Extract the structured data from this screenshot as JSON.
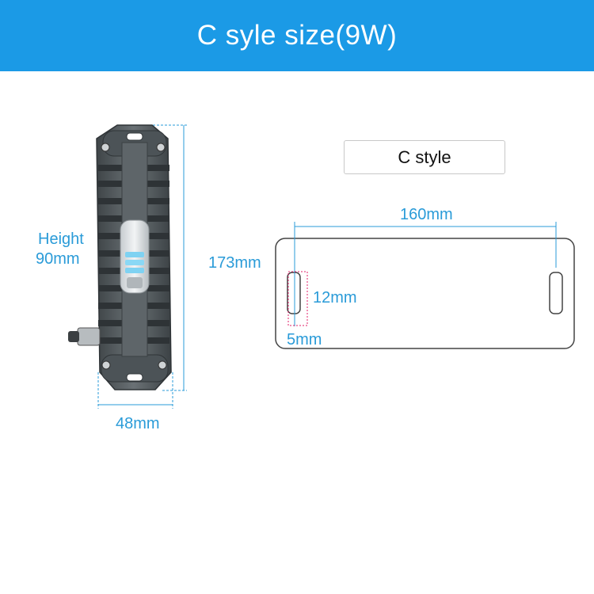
{
  "header": {
    "title": "C syle size(9W)"
  },
  "left_view": {
    "height_label": "Height",
    "height_value": "90mm",
    "width_value": "48mm",
    "length_value": "173mm"
  },
  "right_view": {
    "style_badge": "C style",
    "spacing_value": "160mm",
    "slot_length_value": "12mm",
    "slot_width_value": "5mm"
  },
  "colors": {
    "header_bg": "#1b9ae6",
    "dimension_blue": "#2a9bd8",
    "slot_marker_red": "#e0206a",
    "housing_grey": "#5d6468"
  }
}
